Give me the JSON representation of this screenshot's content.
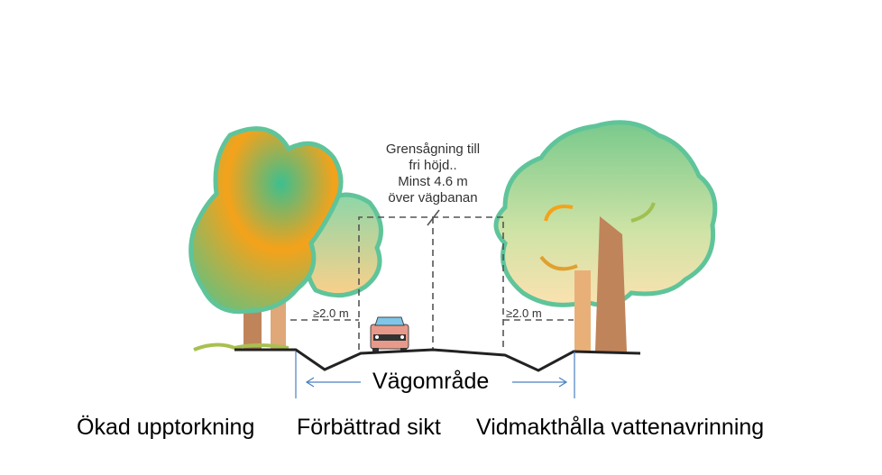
{
  "note": {
    "lines": [
      "Grensågning till",
      "fri höjd..",
      "Minst 4.6 m",
      "över vägbanan"
    ]
  },
  "side_clearance_left": "≥2.0 m",
  "side_clearance_right": "≥2.0 m",
  "road_area_label": "Vägområde",
  "benefits": [
    "Ökad upptorkning",
    "Förbättrad sikt",
    "Vidmakthålla vattenavrinning"
  ],
  "colors": {
    "outline": "#5fc49a",
    "orange": "#f5a21a",
    "trunk": "#c99060",
    "arrow": "#4a7fc0"
  }
}
